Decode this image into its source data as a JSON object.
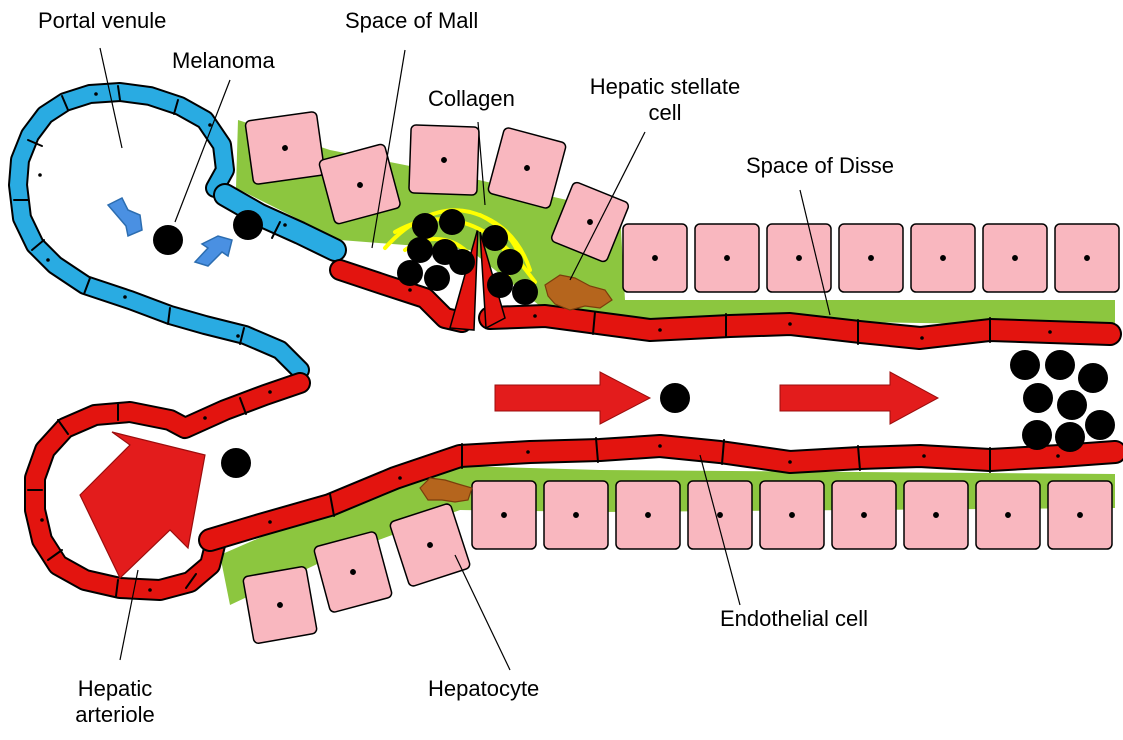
{
  "labels": {
    "portal_venule": "Portal venule",
    "space_of_mall": "Space of Mall",
    "melanoma": "Melanoma",
    "collagen": "Collagen",
    "stellate_line1": "Hepatic stellate",
    "stellate_line2": "cell",
    "space_of_disse": "Space of Disse",
    "endothelial_cell": "Endothelial cell",
    "hepatocyte": "Hepatocyte",
    "arteriole_line1": "Hepatic",
    "arteriole_line2": "arteriole"
  },
  "colors": {
    "venule": "#29abe2",
    "endothelium": "#e3140f",
    "space_of_disse": "#8cc63f",
    "hepatocyte": "#f9b7bf",
    "collagen": "#ffff00",
    "stellate_cell": "#b5651d",
    "melanoma": "#000000",
    "flow_arrow": "#e31c1c",
    "small_arrow": "#4a90e2"
  }
}
